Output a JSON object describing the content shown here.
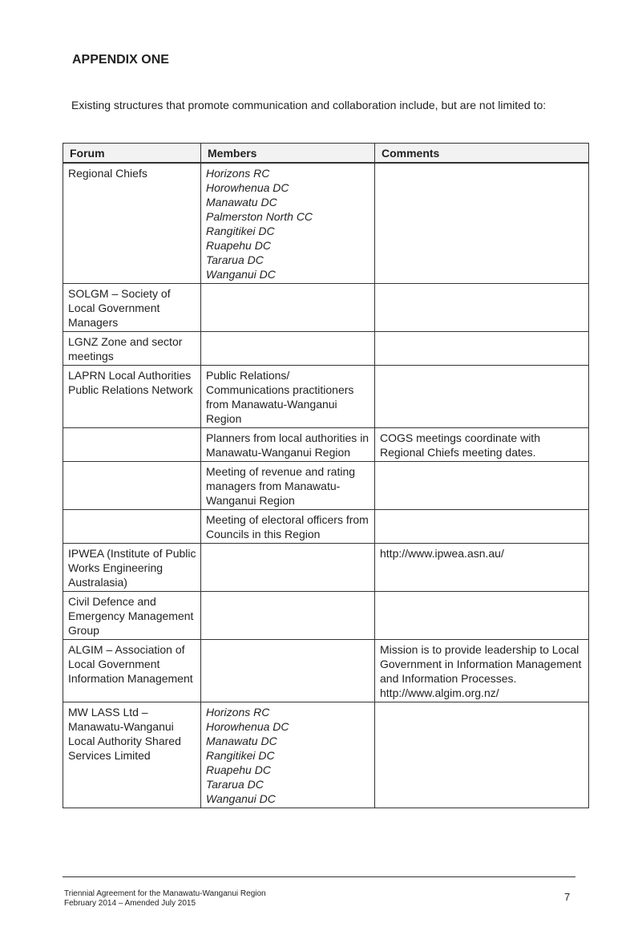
{
  "heading": "APPENDIX ONE",
  "intro": "Existing structures that promote communication and collaboration include, but are not limited to:",
  "table": {
    "headers": [
      "Forum",
      "Members",
      "Comments"
    ],
    "rows": [
      {
        "forum": "Regional Chiefs",
        "members": [
          "Horizons RC",
          "Horowhenua DC",
          "Manawatu DC",
          "Palmerston North CC",
          "Rangitikei DC",
          "Ruapehu DC",
          "Tararua DC",
          "Wanganui DC"
        ],
        "members_italic": true,
        "comments": ""
      },
      {
        "forum": "SOLGM – Society of Local Government Managers",
        "members": [],
        "comments": ""
      },
      {
        "forum": "LGNZ Zone and sector meetings",
        "members": [],
        "comments": ""
      },
      {
        "forum": "LAPRN Local Authorities Public Relations Network",
        "members": [
          "Public Relations/ Communications practitioners from Manawatu-Wanganui Region"
        ],
        "comments": ""
      },
      {
        "forum": "",
        "members": [
          "Planners from local authorities in Manawatu-Wanganui Region"
        ],
        "comments": "COGS meetings coordinate with Regional Chiefs meeting dates."
      },
      {
        "forum": "",
        "members": [
          "Meeting of revenue and rating managers from Manawatu-Wanganui Region"
        ],
        "comments": ""
      },
      {
        "forum": "",
        "members": [
          "Meeting of electoral officers from Councils in this Region"
        ],
        "comments": ""
      },
      {
        "forum": "IPWEA (Institute of Public Works Engineering Australasia)",
        "members": [],
        "comments": "http://www.ipwea.asn.au/"
      },
      {
        "forum": "Civil Defence and Emergency Management Group",
        "members": [],
        "comments": ""
      },
      {
        "forum": "ALGIM – Association of Local Government Information Management",
        "members": [],
        "comments": "Mission is to provide leadership to Local Government in Information Management and Information Processes. http://www.algim.org.nz/"
      },
      {
        "forum": "MW LASS Ltd – Manawatu-Wanganui Local Authority Shared Services Limited",
        "members": [
          "Horizons RC",
          "Horowhenua DC",
          "Manawatu DC",
          "Rangitikei DC",
          "Ruapehu DC",
          "Tararua DC",
          "Wanganui DC"
        ],
        "members_italic": true,
        "comments": ""
      }
    ]
  },
  "footer": {
    "line1": "Triennial Agreement for the Manawatu-Wanganui Region",
    "line2": "February 2014 – Amended July 2015",
    "page_number": "7"
  }
}
